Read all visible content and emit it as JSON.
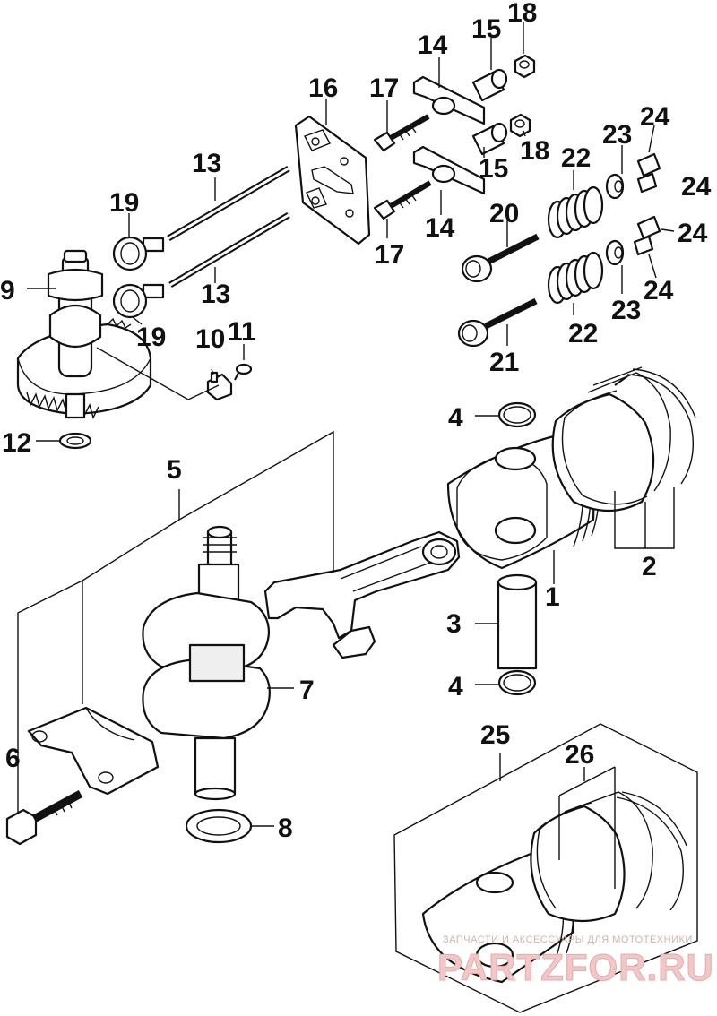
{
  "diagram": {
    "callouts": [
      {
        "id": "c1",
        "text": "1"
      },
      {
        "id": "c2",
        "text": "2"
      },
      {
        "id": "c3",
        "text": "3"
      },
      {
        "id": "c4a",
        "text": "4"
      },
      {
        "id": "c4b",
        "text": "4"
      },
      {
        "id": "c5",
        "text": "5"
      },
      {
        "id": "c6",
        "text": "6"
      },
      {
        "id": "c7",
        "text": "7"
      },
      {
        "id": "c8",
        "text": "8"
      },
      {
        "id": "c9",
        "text": "9"
      },
      {
        "id": "c10",
        "text": "10"
      },
      {
        "id": "c11",
        "text": "11"
      },
      {
        "id": "c12",
        "text": "12"
      },
      {
        "id": "c13a",
        "text": "13"
      },
      {
        "id": "c13b",
        "text": "13"
      },
      {
        "id": "c14a",
        "text": "14"
      },
      {
        "id": "c14b",
        "text": "14"
      },
      {
        "id": "c15a",
        "text": "15"
      },
      {
        "id": "c15b",
        "text": "15"
      },
      {
        "id": "c16",
        "text": "16"
      },
      {
        "id": "c17a",
        "text": "17"
      },
      {
        "id": "c17b",
        "text": "17"
      },
      {
        "id": "c18a",
        "text": "18"
      },
      {
        "id": "c18b",
        "text": "18"
      },
      {
        "id": "c19a",
        "text": "19"
      },
      {
        "id": "c19b",
        "text": "19"
      },
      {
        "id": "c20",
        "text": "20"
      },
      {
        "id": "c21",
        "text": "21"
      },
      {
        "id": "c22a",
        "text": "22"
      },
      {
        "id": "c22b",
        "text": "22"
      },
      {
        "id": "c23a",
        "text": "23"
      },
      {
        "id": "c23b",
        "text": "23"
      },
      {
        "id": "c24a",
        "text": "24"
      },
      {
        "id": "c24b",
        "text": "24"
      },
      {
        "id": "c24c",
        "text": "24"
      },
      {
        "id": "c24d",
        "text": "24"
      },
      {
        "id": "c25",
        "text": "25"
      },
      {
        "id": "c26",
        "text": "26"
      }
    ]
  },
  "watermark": {
    "tagline": "ЗАПЧАСТИ И АКСЕССУАРЫ ДЛЯ МОТОТЕХНИКИ",
    "brand": "PARTZFOR.RU"
  }
}
